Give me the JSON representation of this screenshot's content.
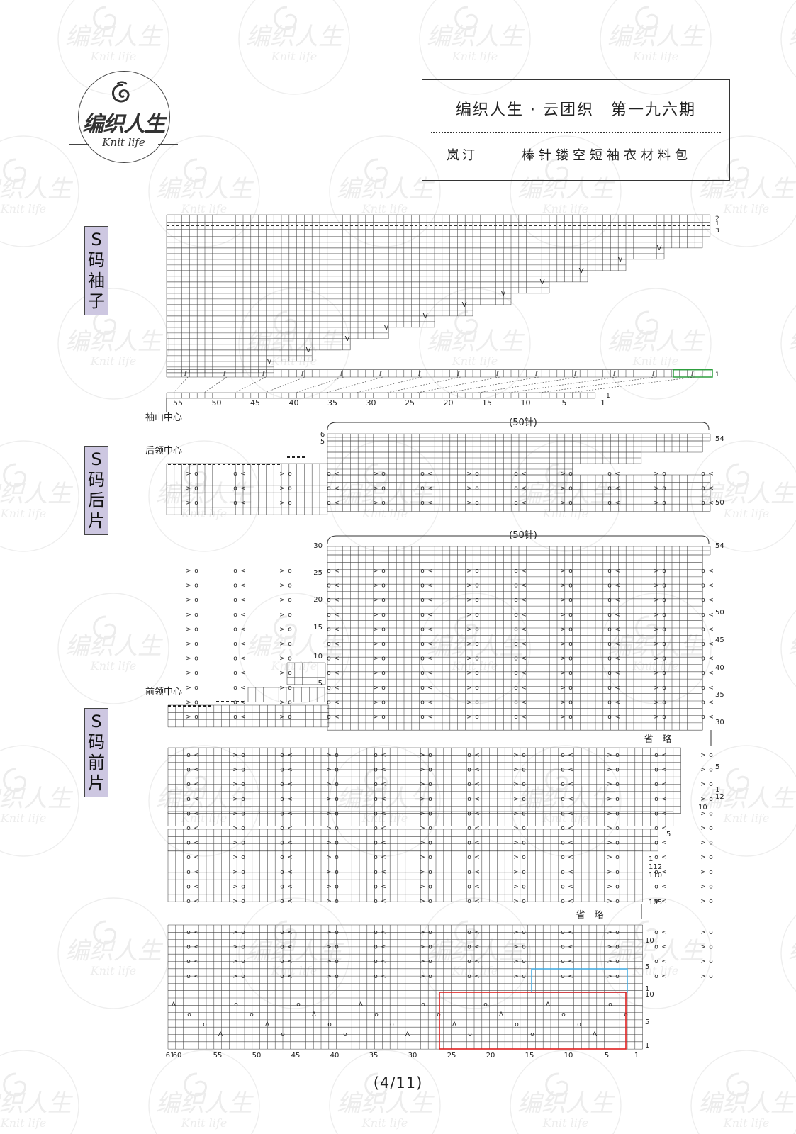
{
  "watermark": {
    "cn": "编织人生",
    "en": "Knit life"
  },
  "logo": {
    "cn": "编织人生",
    "en": "Knit life"
  },
  "header": {
    "title": "编织人生 · 云团织　第一九六期",
    "designer": "岚汀",
    "subtitle": "棒针镂空短袖衣材料包"
  },
  "sections": [
    {
      "id": "sleeve",
      "label": [
        "S",
        "码",
        "袖",
        "子"
      ]
    },
    {
      "id": "back",
      "label": [
        "S",
        "码",
        "后",
        "片"
      ]
    },
    {
      "id": "front",
      "label": [
        "S",
        "码",
        "前",
        "片"
      ]
    }
  ],
  "sleeve_chart": {
    "center_note": "袖山中心",
    "row_labels": [
      "2",
      "1",
      "3",
      "1"
    ],
    "stitch_ticks": [
      "55",
      "50",
      "45",
      "40",
      "35",
      "30",
      "25",
      "20",
      "15",
      "10",
      "5",
      "1"
    ],
    "bottom_row_label": "1"
  },
  "back_chart": {
    "center_note": "后领中心",
    "stitch_count": "(50针)",
    "row_labels": [
      "54",
      "50"
    ],
    "step_label": [
      "6",
      "5"
    ]
  },
  "front_chart": {
    "center_note": "前领中心",
    "stitch_count": "(50针)",
    "left_rows": [
      "30",
      "25",
      "20",
      "15",
      "10",
      "5"
    ],
    "right_rows": [
      "54",
      "50",
      "45",
      "40",
      "35",
      "30"
    ],
    "omit1": "省　略",
    "mid_rows": [
      "5",
      "1",
      "12",
      "10",
      "5",
      "1",
      "112",
      "110",
      "105"
    ],
    "omit2": "省　略",
    "bottom_rows": [
      "10",
      "5",
      "1",
      "10",
      "5",
      "1"
    ],
    "stitch_ticks": [
      "61",
      "60",
      "55",
      "50",
      "45",
      "40",
      "35",
      "30",
      "25",
      "20",
      "15",
      "10",
      "5",
      "1"
    ]
  },
  "page": "(4/11)",
  "colors": {
    "label_bg": "#cdc7e1",
    "highlight_red": "#e02020",
    "highlight_blue": "#3fa9e0",
    "highlight_green": "#2e9e3e"
  }
}
